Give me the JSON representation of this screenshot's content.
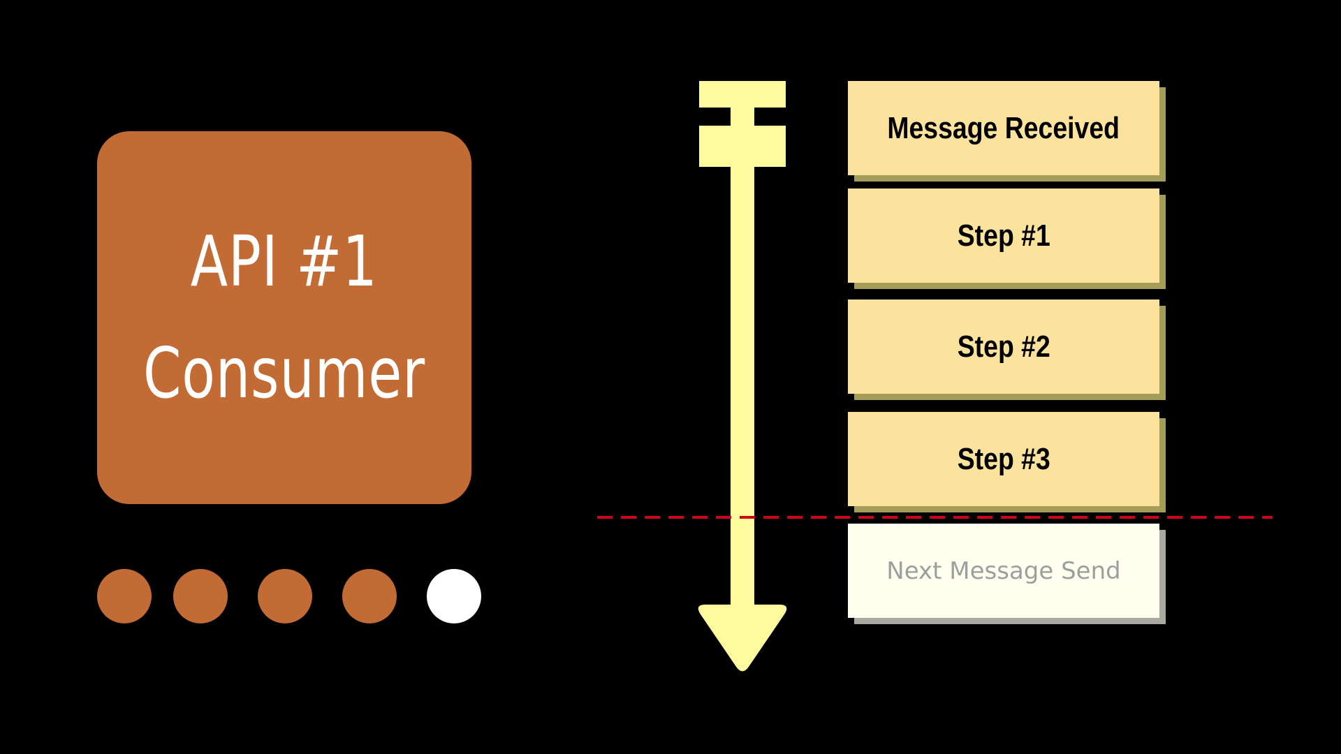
{
  "consumer": {
    "line1": "API #1",
    "line2": "Consumer",
    "box_color": "#C36B35",
    "text_color": "#FFFFFF"
  },
  "progress_dots": {
    "total": 5,
    "filled": 4,
    "filled_color": "#C36B35",
    "empty_color": "#FFFFFF"
  },
  "timeline": {
    "arrow_color": "#FDFB9E",
    "cut_line_color": "#D0021B",
    "steps": [
      {
        "label": "Message Received",
        "state": "done"
      },
      {
        "label": "Step #1",
        "state": "done"
      },
      {
        "label": "Step #2",
        "state": "done"
      },
      {
        "label": "Step #3",
        "state": "done"
      },
      {
        "label": "Next Message Send",
        "state": "pending"
      }
    ]
  }
}
